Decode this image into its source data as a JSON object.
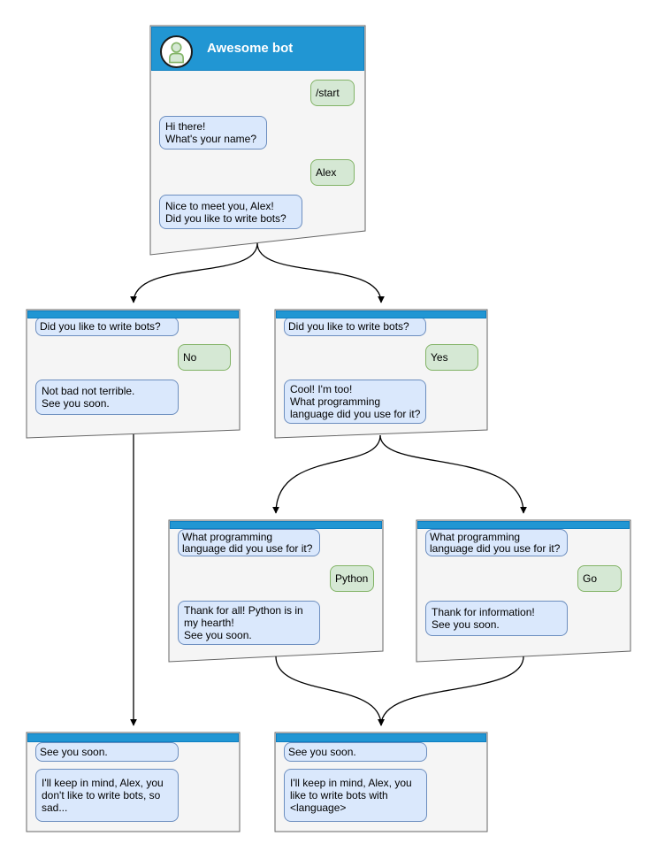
{
  "diagram": {
    "type": "chatbot-conversation-flowchart",
    "colors": {
      "titlebar_blue": "#2196d3",
      "titlebar_border": "#0e7fc1",
      "bot_bubble_fill": "#dae8fc",
      "bot_bubble_border": "#6c8ebf",
      "user_bubble_fill": "#d5e8d4",
      "user_bubble_border": "#82b366",
      "window_fill": "#f5f5f5",
      "window_border": "#666666",
      "connector": "#000000"
    }
  },
  "windows": [
    {
      "id": "start",
      "title": "Awesome bot",
      "messages": [
        {
          "role": "user",
          "text": "/start"
        },
        {
          "role": "bot",
          "text": "Hi there!\nWhat's your name?"
        },
        {
          "role": "user",
          "text": "Alex"
        },
        {
          "role": "bot",
          "text": "Nice to meet you, Alex!\nDid you like to write bots?"
        }
      ]
    },
    {
      "id": "branch-no",
      "messages": [
        {
          "role": "bot",
          "text": "Did you like to write bots?"
        },
        {
          "role": "user",
          "text": "No"
        },
        {
          "role": "bot",
          "text": "Not bad not terrible.\nSee you soon."
        }
      ]
    },
    {
      "id": "branch-yes",
      "messages": [
        {
          "role": "bot",
          "text": "Did you like to write bots?"
        },
        {
          "role": "user",
          "text": "Yes"
        },
        {
          "role": "bot",
          "text": "Cool! I'm too!\nWhat programming\nlanguage did you use for it?"
        }
      ]
    },
    {
      "id": "branch-python",
      "messages": [
        {
          "role": "bot",
          "text": "What programming\nlanguage did you use for it?"
        },
        {
          "role": "user",
          "text": "Python"
        },
        {
          "role": "bot",
          "text": "Thank for all! Python is in\nmy hearth!\nSee you soon."
        }
      ]
    },
    {
      "id": "branch-go",
      "messages": [
        {
          "role": "bot",
          "text": "What programming\nlanguage did you use for it?"
        },
        {
          "role": "user",
          "text": "Go"
        },
        {
          "role": "bot",
          "text": "Thank for information!\nSee you soon."
        }
      ]
    },
    {
      "id": "end-no",
      "messages": [
        {
          "role": "bot",
          "text": "See you soon."
        },
        {
          "role": "bot",
          "text": "I'll keep in mind, Alex, you\ndon't like to write bots, so\nsad..."
        }
      ]
    },
    {
      "id": "end-yes",
      "messages": [
        {
          "role": "bot",
          "text": "See you soon."
        },
        {
          "role": "bot",
          "text": "I'll keep in mind, Alex, you\nlike to write bots with\n<language>"
        }
      ]
    }
  ],
  "edges": [
    {
      "from": "start",
      "to": "branch-no"
    },
    {
      "from": "start",
      "to": "branch-yes"
    },
    {
      "from": "branch-yes",
      "to": "branch-python"
    },
    {
      "from": "branch-yes",
      "to": "branch-go"
    },
    {
      "from": "branch-no",
      "to": "end-no"
    },
    {
      "from": "branch-python",
      "to": "end-yes"
    },
    {
      "from": "branch-go",
      "to": "end-yes"
    }
  ]
}
